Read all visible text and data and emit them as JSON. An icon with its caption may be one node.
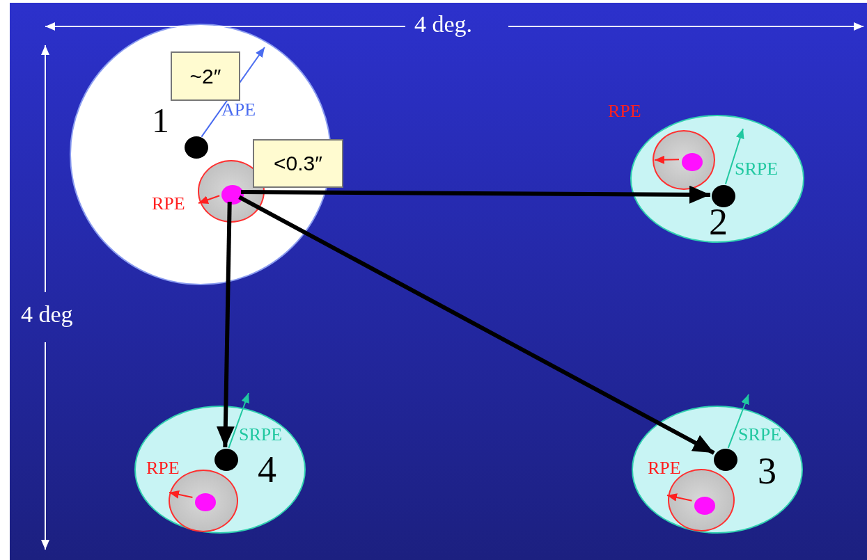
{
  "diagram": {
    "nodes": [
      {
        "text": [],
        "shape": "circle"
      },
      {
        "text": [
          "~2″"
        ],
        "in": 0
      },
      {
        "text": [],
        "shape": "circle",
        "in": 0,
        "beside": [
          "1"
        ]
      },
      {
        "text": [
          "<0.3″"
        ]
      },
      {
        "text": [],
        "shape": "circle",
        "in": 0
      },
      {
        "text": [],
        "shape": "circle",
        "in": 4
      },
      {
        "text": [],
        "shape": "circle"
      },
      {
        "text": [],
        "shape": "circle",
        "in": 6
      },
      {
        "text": [],
        "shape": "circle",
        "in": 7
      },
      {
        "text": [],
        "shape": "circle",
        "in": 6,
        "beside": [
          "2"
        ]
      },
      {
        "text": [],
        "shape": "circle"
      },
      {
        "text": [],
        "shape": "circle",
        "in": 10,
        "beside": [
          "4"
        ]
      },
      {
        "text": [],
        "shape": "circle",
        "in": 10
      },
      {
        "text": [],
        "shape": "circle",
        "in": 12
      },
      {
        "text": [],
        "shape": "circle"
      },
      {
        "text": [],
        "shape": "circle",
        "in": 14,
        "beside": [
          "3"
        ]
      },
      {
        "text": [],
        "shape": "circle",
        "in": 14
      },
      {
        "text": [],
        "shape": "circle",
        "in": 16
      }
    ],
    "edges": [
      {
        "from": 5,
        "to": 9,
        "arrow": "to",
        "style": "thick",
        "color": "#000000"
      },
      {
        "from": 5,
        "to": 11,
        "arrow": "to",
        "style": "thick",
        "color": "#000000"
      },
      {
        "from": 5,
        "to": 15,
        "arrow": "to",
        "style": "thick",
        "color": "#000000"
      },
      {
        "from": 2,
        "to": null,
        "arrow": "to",
        "label": "APE",
        "color": "#4a6cf0"
      },
      {
        "from": 5,
        "to": null,
        "arrow": "to",
        "label": "RPE",
        "color": "#ff2020"
      },
      {
        "from": 8,
        "to": null,
        "arrow": "to",
        "label": "RPE",
        "color": "#ff2020"
      },
      {
        "from": 9,
        "to": null,
        "arrow": "to",
        "label": "SRPE",
        "color": "#20c8a0"
      },
      {
        "from": 13,
        "to": null,
        "arrow": "to",
        "label": "RPE",
        "color": "#ff2020"
      },
      {
        "from": 11,
        "to": null,
        "arrow": "to",
        "label": "SRPE",
        "color": "#20c8a0"
      },
      {
        "from": 17,
        "to": null,
        "arrow": "to",
        "label": "RPE",
        "color": "#ff2020"
      },
      {
        "from": 15,
        "to": null,
        "arrow": "to",
        "label": "SRPE",
        "color": "#20c8a0"
      }
    ],
    "labels": [
      "4 deg.",
      "4 deg"
    ]
  }
}
